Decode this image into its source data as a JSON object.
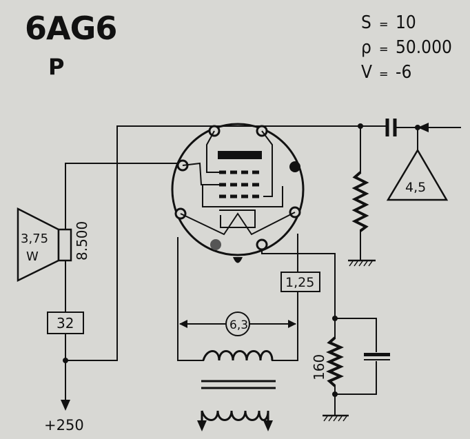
{
  "tube": {
    "name": "6AG6",
    "type": "P"
  },
  "params": [
    {
      "key": "S",
      "sep": "=",
      "value": "10"
    },
    {
      "key": "ρ",
      "sep": "=",
      "value": "50.000"
    },
    {
      "key": "V",
      "sep": "=",
      "value": "-6"
    }
  ],
  "speaker": {
    "power": "3,75",
    "unit": "W",
    "impedance": "8.500"
  },
  "values": {
    "input_level": "4,5",
    "heater_voltage": "6,3",
    "cathode_box": "1,25",
    "screen_box": "32",
    "cathode_resistor": "160",
    "supply": "+250"
  },
  "colors": {
    "ink": "#111111",
    "paper": "#d8d8d4"
  }
}
